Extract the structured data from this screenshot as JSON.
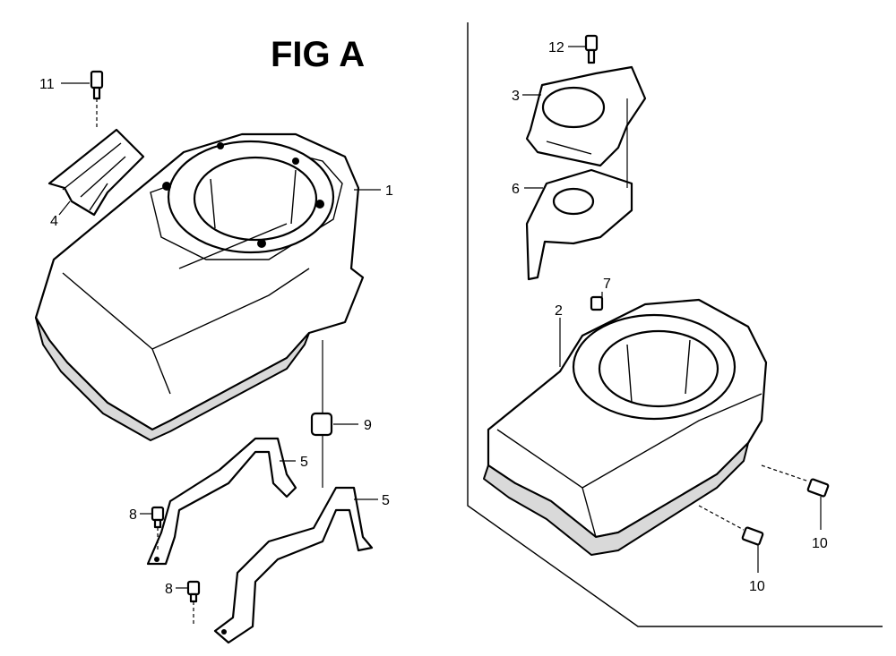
{
  "diagram": {
    "title": "FIG A",
    "callouts": [
      {
        "id": "c1",
        "label": "1"
      },
      {
        "id": "c2",
        "label": "2"
      },
      {
        "id": "c3",
        "label": "3"
      },
      {
        "id": "c4",
        "label": "4"
      },
      {
        "id": "c5a",
        "label": "5"
      },
      {
        "id": "c5b",
        "label": "5"
      },
      {
        "id": "c6",
        "label": "6"
      },
      {
        "id": "c7",
        "label": "7"
      },
      {
        "id": "c8a",
        "label": "8"
      },
      {
        "id": "c8b",
        "label": "8"
      },
      {
        "id": "c9",
        "label": "9"
      },
      {
        "id": "c10a",
        "label": "10"
      },
      {
        "id": "c10b",
        "label": "10"
      },
      {
        "id": "c11",
        "label": "11"
      },
      {
        "id": "c12",
        "label": "12"
      }
    ]
  }
}
